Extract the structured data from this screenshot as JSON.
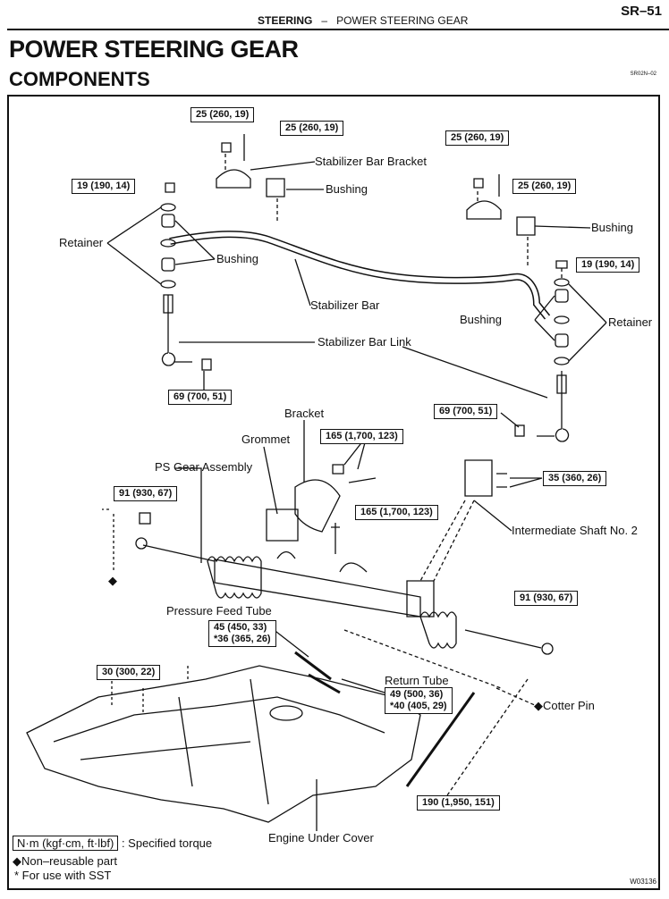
{
  "header": {
    "section": "STEERING",
    "separator": "–",
    "subsection": "POWER STEERING GEAR",
    "page_number": "SR–51"
  },
  "title": "POWER STEERING GEAR",
  "subtitle": "COMPONENTS",
  "doc_code": "SR02N–02",
  "figure_code": "W03136",
  "torques": [
    "25 (260, 19)",
    "25 (260, 19)",
    "19 (190, 14)",
    "25 (260, 19)",
    "25 (260, 19)",
    "19 (190, 14)",
    "69 (700, 51)",
    "69 (700, 51)",
    "165 (1,700, 123)",
    "35 (360, 26)",
    "91 (930, 67)",
    "165 (1,700, 123)",
    "91 (930, 67)",
    "45 (450, 33)",
    "*36 (365, 26)",
    "30 (300, 22)",
    "49 (500, 36)",
    "*40 (405, 29)",
    "190 (1,950, 151)"
  ],
  "labels": [
    "Stabilizer Bar Bracket",
    "Bushing",
    "Bushing",
    "Retainer",
    "Bushing",
    "Stabilizer Bar",
    "Bushing",
    "Retainer",
    "Stabilizer Bar Link",
    "Bracket",
    "Grommet",
    "PS Gear Assembly",
    "Intermediate Shaft No. 2",
    "Pressure Feed Tube",
    "Return Tube",
    "◆Cotter Pin",
    "Engine Under Cover",
    "◆"
  ],
  "legend": {
    "torque_box": "N·m (kgf·cm, ft·lbf)",
    "torque_text": ": Specified torque",
    "non_reusable": "◆Non–reusable part",
    "sst": "* For use with SST"
  }
}
